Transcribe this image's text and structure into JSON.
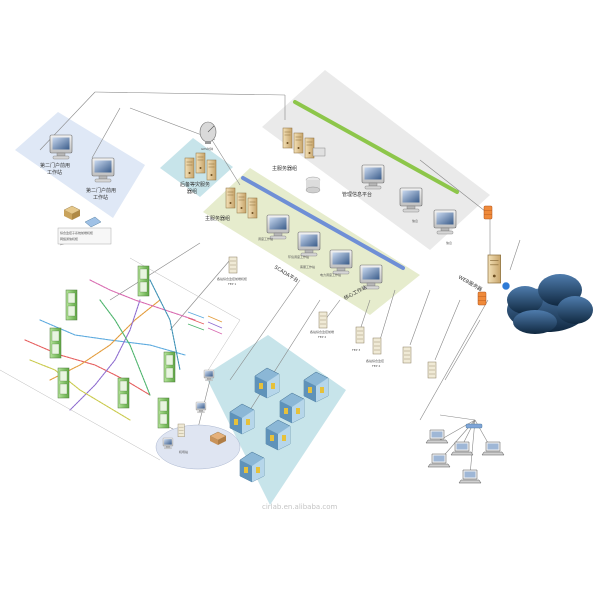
{
  "labels": {
    "workstation_a": "第二门户前用\n工作站",
    "workstation_b": "第二门户前用\n工作站",
    "backup_server": "后备等灾服务\n器组",
    "main_server_top": "主服务器组",
    "info_platform": "管理信息平台",
    "main_server_mid": "主服务器组",
    "core_station": "核心工作站",
    "scada_platform": "SCADA平台",
    "web_server": "WEB服务器",
    "branch_station": "机场站",
    "legend_card": "综合监控子系统前端机柜\n网络通信机柜"
  },
  "tiny_labels": {
    "satellite": "GPS时钟",
    "ws1": "调度工作站",
    "ws2": "环境调度工作站",
    "ws3": "电力调度工作站",
    "ws4": "客服工作站",
    "monitor_tag1": "信息",
    "monitor_tag2": "信息",
    "fep1": "各站综合监控前端机柜\nFEP 1",
    "fep2": "各站综合监控前端\nFEP 2",
    "fep3": "FEP 3",
    "fep4": "各站综合监控\nFEP 4"
  },
  "watermark": "cirlab.en.alibaba.com",
  "colors": {
    "panel_blue": "#dfe8f6",
    "panel_green": "#e6eccd",
    "panel_gray": "#eaeaea",
    "panel_teal": "#c7e4ea",
    "bus_green": "#8dc64a",
    "bus_blue": "#6f8fd6",
    "cabinet_green": "#8fcf6b",
    "house_blue": "#5f92b9",
    "cloud": "#1f3c63",
    "firewall": "#e8762c"
  },
  "icons": [
    "monitor-icon",
    "server-icon",
    "satellite-dish-icon",
    "cloud-icon",
    "firewall-icon",
    "cabinet-icon",
    "house-icon",
    "laptop-icon",
    "router-icon"
  ]
}
